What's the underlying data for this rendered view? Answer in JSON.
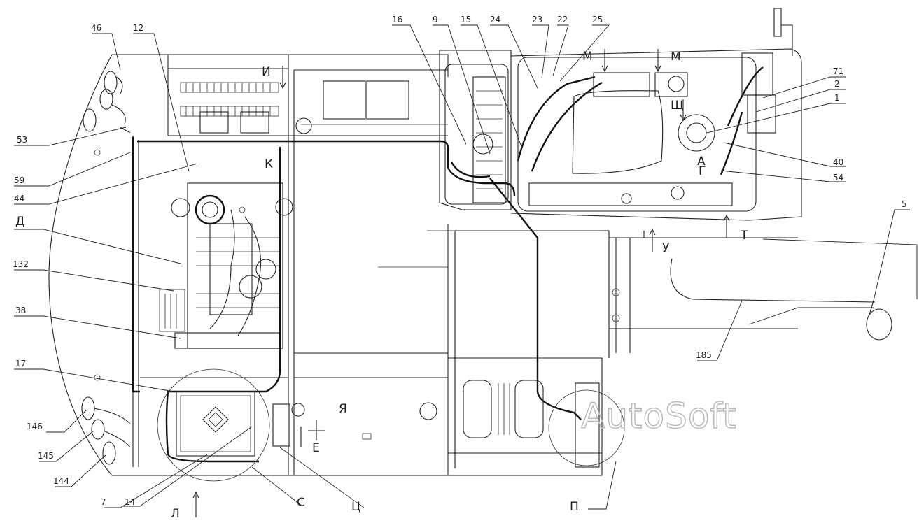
{
  "watermark": "AutoSoft",
  "callouts": {
    "n46": "46",
    "n12": "12",
    "n53": "53",
    "n59": "59",
    "n44": "44",
    "n132": "132",
    "n38": "38",
    "n17": "17",
    "n146": "146",
    "n145": "145",
    "n144": "144",
    "n7": "7",
    "n14": "14",
    "n16": "16",
    "n9": "9",
    "n15": "15",
    "n24": "24",
    "n23": "23",
    "n22": "22",
    "n25": "25",
    "n71": "71",
    "n2": "2",
    "n1": "1",
    "n40": "40",
    "n54": "54",
    "n5": "5",
    "n185": "185"
  },
  "section_letters": {
    "I": "И",
    "K": "К",
    "D": "Д",
    "M1": "М",
    "M2": "М",
    "Sh": "Щ",
    "A": "А",
    "G": "Г",
    "U": "У",
    "T": "Т",
    "Ya": "Я",
    "E": "Е",
    "L": "Л",
    "S": "С",
    "Ts": "Ц",
    "P": "П"
  }
}
